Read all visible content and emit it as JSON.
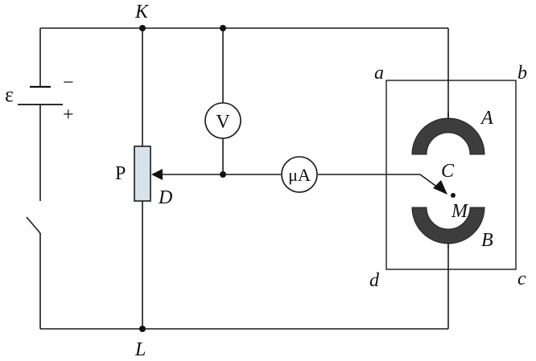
{
  "labels": {
    "K": "K",
    "L": "L",
    "a": "a",
    "b": "b",
    "c": "c",
    "d": "d",
    "A": "A",
    "B": "B",
    "C": "C",
    "M": "M",
    "P": "P",
    "D": "D",
    "emf": "ε",
    "minus": "−",
    "plus": "+",
    "voltmeter": "V",
    "microammeter": "μA"
  },
  "colors": {
    "wire": "#1a1a1a",
    "rheostat_fill": "#d7e3ea",
    "electrode_fill": "#3d3d3d"
  }
}
